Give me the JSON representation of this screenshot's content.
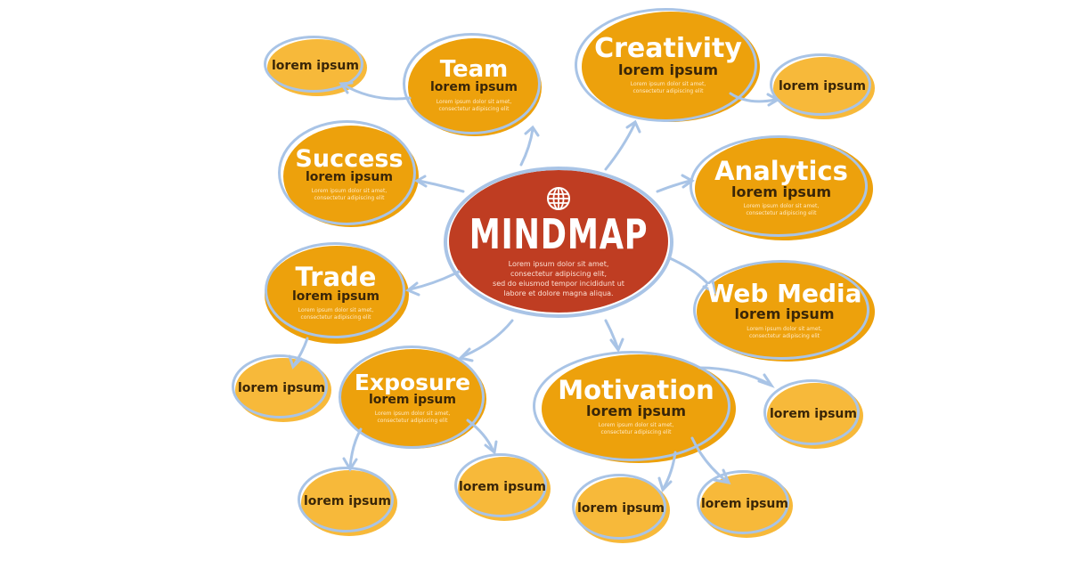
{
  "colors": {
    "center_fill": "#bf3d22",
    "main_fill": "#eda10c",
    "leaf_fill": "#f7b93a",
    "outline": "#a9c4e6"
  },
  "center": {
    "icon": "globe-icon",
    "title": "MINDMAP",
    "description_lines": [
      "Lorem ipsum dolor sit amet,",
      "consectetur adipiscing elit,",
      "sed do eiusmod tempor incididunt ut",
      "labore et dolore magna aliqua."
    ]
  },
  "nodes": {
    "team": {
      "title": "Team",
      "subtitle": "lorem ipsum",
      "desc1": "Lorem ipsum dolor sit amet,",
      "desc2": "consectetur adipiscing elit"
    },
    "creativity": {
      "title": "Creativity",
      "subtitle": "lorem ipsum",
      "desc1": "Lorem ipsum dolor sit amet,",
      "desc2": "consectetur adipiscing elit"
    },
    "success": {
      "title": "Success",
      "subtitle": "lorem ipsum",
      "desc1": "Lorem ipsum dolor sit amet,",
      "desc2": "consectetur adipiscing elit"
    },
    "analytics": {
      "title": "Analytics",
      "subtitle": "lorem ipsum",
      "desc1": "Lorem ipsum dolor sit amet,",
      "desc2": "consectetur adipiscing elit"
    },
    "trade": {
      "title": "Trade",
      "subtitle": "lorem ipsum",
      "desc1": "Lorem ipsum dolor sit amet,",
      "desc2": "consectetur adipiscing elit"
    },
    "web_media": {
      "title": "Web Media",
      "subtitle": "lorem ipsum",
      "desc1": "Lorem ipsum dolor sit amet,",
      "desc2": "consectetur adipiscing elit"
    },
    "exposure": {
      "title": "Exposure",
      "subtitle": "lorem ipsum",
      "desc1": "Lorem ipsum dolor sit amet,",
      "desc2": "consectetur adipiscing elit"
    },
    "motivation": {
      "title": "Motivation",
      "subtitle": "lorem ipsum",
      "desc1": "Lorem ipsum dolor sit amet,",
      "desc2": "consectetur adipiscing elit"
    }
  },
  "leaves": {
    "team_leaf": "lorem ipsum",
    "creativity_leaf": "lorem ipsum",
    "trade_leaf": "lorem ipsum",
    "exposure_leaf_1": "lorem ipsum",
    "exposure_leaf_2": "lorem ipsum",
    "motivation_leaf_1": "lorem ipsum",
    "motivation_leaf_2": "lorem ipsum",
    "motivation_leaf_3": "lorem ipsum"
  }
}
